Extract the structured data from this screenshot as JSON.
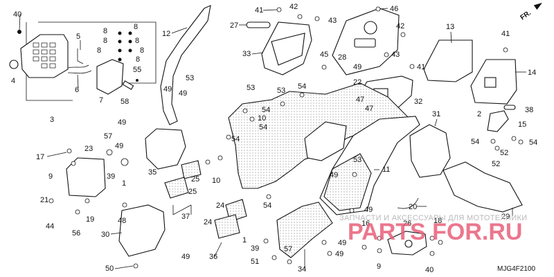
{
  "diagram": {
    "code": "MJG4F2100",
    "direction_label": "FR.",
    "watermark_text": "ЗАПЧАСТИ И АКСЕССУАРЫ ДЛЯ МОТОТЕХНИКИ",
    "watermark_brand": "PARTS FOR.RU"
  },
  "callouts": [
    {
      "id": "c40a",
      "text": "40",
      "pos": "top-left"
    },
    {
      "id": "c3",
      "text": "3"
    },
    {
      "id": "c4",
      "text": "4"
    },
    {
      "id": "c5",
      "text": "5"
    },
    {
      "id": "c6",
      "text": "6"
    },
    {
      "id": "c7",
      "text": "7"
    },
    {
      "id": "c8a",
      "text": "8"
    },
    {
      "id": "c8b",
      "text": "8"
    },
    {
      "id": "c8c",
      "text": "8"
    },
    {
      "id": "c8d",
      "text": "8"
    },
    {
      "id": "c8e",
      "text": "8"
    },
    {
      "id": "c8f",
      "text": "8"
    },
    {
      "id": "c8g",
      "text": "8"
    },
    {
      "id": "c55",
      "text": "55"
    },
    {
      "id": "c58",
      "text": "58"
    },
    {
      "id": "c12",
      "text": "12"
    },
    {
      "id": "c27",
      "text": "27"
    },
    {
      "id": "c41a",
      "text": "41"
    },
    {
      "id": "c42a",
      "text": "42"
    },
    {
      "id": "c43a",
      "text": "43"
    },
    {
      "id": "c33",
      "text": "33"
    },
    {
      "id": "c46",
      "text": "46"
    },
    {
      "id": "c42b",
      "text": "42"
    },
    {
      "id": "c45",
      "text": "45"
    },
    {
      "id": "c28",
      "text": "28"
    },
    {
      "id": "c49a",
      "text": "49"
    },
    {
      "id": "c43b",
      "text": "43"
    },
    {
      "id": "c22",
      "text": "22"
    },
    {
      "id": "c41b",
      "text": "41"
    },
    {
      "id": "c47a",
      "text": "47"
    },
    {
      "id": "c47b",
      "text": "47"
    },
    {
      "id": "c32",
      "text": "32"
    },
    {
      "id": "c13",
      "text": "13"
    },
    {
      "id": "c41c",
      "text": "41"
    },
    {
      "id": "c14",
      "text": "14"
    },
    {
      "id": "c2",
      "text": "2"
    },
    {
      "id": "c38",
      "text": "38"
    },
    {
      "id": "c15",
      "text": "15"
    },
    {
      "id": "c54a",
      "text": "54"
    },
    {
      "id": "c52a",
      "text": "52"
    },
    {
      "id": "c54b",
      "text": "54"
    },
    {
      "id": "c52b",
      "text": "52"
    },
    {
      "id": "c31",
      "text": "31"
    },
    {
      "id": "c53a",
      "text": "53"
    },
    {
      "id": "c53b",
      "text": "53"
    },
    {
      "id": "c53c",
      "text": "53"
    },
    {
      "id": "c54c",
      "text": "54"
    },
    {
      "id": "c54d",
      "text": "54"
    },
    {
      "id": "c54e",
      "text": "54"
    },
    {
      "id": "c49b",
      "text": "49"
    },
    {
      "id": "c49c",
      "text": "49"
    },
    {
      "id": "c10a",
      "text": "10"
    },
    {
      "id": "c10b",
      "text": "10"
    },
    {
      "id": "c57a",
      "text": "57"
    },
    {
      "id": "c49d",
      "text": "49"
    },
    {
      "id": "c49e",
      "text": "49"
    },
    {
      "id": "c35",
      "text": "35"
    },
    {
      "id": "c17",
      "text": "17"
    },
    {
      "id": "c23",
      "text": "23"
    },
    {
      "id": "c39a",
      "text": "39"
    },
    {
      "id": "c1a",
      "text": "1"
    },
    {
      "id": "c9a",
      "text": "9"
    },
    {
      "id": "c25a",
      "text": "25"
    },
    {
      "id": "c25b",
      "text": "25"
    },
    {
      "id": "c54f",
      "text": "54"
    },
    {
      "id": "c53d",
      "text": "53"
    },
    {
      "id": "c11",
      "text": "11"
    },
    {
      "id": "c49f",
      "text": "49"
    },
    {
      "id": "c21",
      "text": "21"
    },
    {
      "id": "c44",
      "text": "44"
    },
    {
      "id": "c56",
      "text": "56"
    },
    {
      "id": "c19",
      "text": "19"
    },
    {
      "id": "c37",
      "text": "37"
    },
    {
      "id": "c48",
      "text": "48"
    },
    {
      "id": "c30",
      "text": "30"
    },
    {
      "id": "c50",
      "text": "50"
    },
    {
      "id": "c49g",
      "text": "49"
    },
    {
      "id": "c24a",
      "text": "24"
    },
    {
      "id": "c24b",
      "text": "24"
    },
    {
      "id": "c36",
      "text": "36"
    },
    {
      "id": "c54g",
      "text": "54"
    },
    {
      "id": "c1b",
      "text": "1"
    },
    {
      "id": "c39b",
      "text": "39"
    },
    {
      "id": "c51",
      "text": "51"
    },
    {
      "id": "c57b",
      "text": "57"
    },
    {
      "id": "c34",
      "text": "34"
    },
    {
      "id": "c49h",
      "text": "49"
    },
    {
      "id": "c49i",
      "text": "49"
    },
    {
      "id": "c49j",
      "text": "49"
    },
    {
      "id": "c20",
      "text": "20"
    },
    {
      "id": "c26",
      "text": "26"
    },
    {
      "id": "c16",
      "text": "16"
    },
    {
      "id": "c18",
      "text": "18"
    },
    {
      "id": "c9b",
      "text": "9"
    },
    {
      "id": "c40b",
      "text": "40"
    },
    {
      "id": "c29",
      "text": "29"
    }
  ]
}
